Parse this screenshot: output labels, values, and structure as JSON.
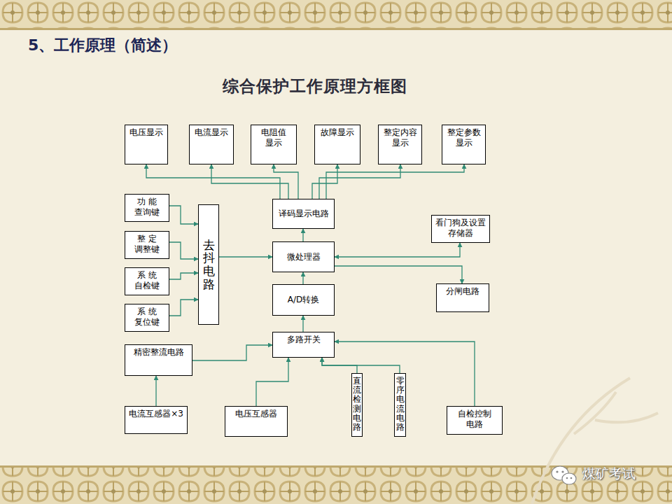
{
  "diagram": {
    "title": "综合保护工作原理方框图",
    "nodes": [
      {
        "text": [
          "电压显示"
        ]
      },
      {
        "text": [
          "电流显示"
        ]
      },
      {
        "text": [
          "电阻值显示"
        ]
      },
      {
        "text": [
          "故障显示"
        ]
      },
      {
        "text": [
          "整定内容显示"
        ]
      },
      {
        "text": [
          "整定参数显示"
        ]
      },
      {
        "text": [
          "功 能 查询键"
        ]
      },
      {
        "text": [
          "去抖电路"
        ]
      },
      {
        "text": [
          "译码显示电路"
        ]
      },
      {
        "text": [
          "看门狗及设置存储器"
        ]
      },
      {
        "text": [
          "整 定 调整键"
        ]
      },
      {
        "text": [
          "微处理器"
        ]
      },
      {
        "text": [
          "系 统 自检键"
        ]
      },
      {
        "text": [
          "分闸电路"
        ]
      },
      {
        "text": [
          "A/D转换"
        ]
      },
      {
        "text": [
          "系 统 复位键"
        ]
      },
      {
        "text": [
          "多路开关"
        ]
      },
      {
        "text": [
          "精密整流电路"
        ]
      },
      {
        "text": [
          "直流检测电路"
        ]
      },
      {
        "text": [
          "零序电流电路"
        ]
      },
      {
        "text": [
          "电流互感器×3"
        ]
      },
      {
        "text": [
          "电压互感器"
        ]
      },
      {
        "text": [
          "自检控制电路"
        ]
      }
    ],
    "edges": [
      {
        "from": 8,
        "to": 0,
        "arrow": "to"
      },
      {
        "from": 8,
        "to": 1,
        "arrow": "to"
      },
      {
        "from": 8,
        "to": 2,
        "arrow": "to"
      },
      {
        "from": 8,
        "to": 3,
        "arrow": "to"
      },
      {
        "from": 8,
        "to": 4,
        "arrow": "to"
      },
      {
        "from": 8,
        "to": 5,
        "arrow": "to"
      },
      {
        "from": 6,
        "to": 7,
        "arrow": "to"
      },
      {
        "from": 10,
        "to": 7,
        "arrow": "to"
      },
      {
        "from": 12,
        "to": 7,
        "arrow": "to"
      },
      {
        "from": 15,
        "to": 7,
        "arrow": "to"
      },
      {
        "from": 7,
        "to": 11,
        "arrow": "to"
      },
      {
        "from": 11,
        "to": 8,
        "arrow": "to"
      },
      {
        "from": 11,
        "to": 9,
        "arrow": "both"
      },
      {
        "from": 11,
        "to": 13,
        "arrow": "to"
      },
      {
        "from": 14,
        "to": 11,
        "arrow": "to"
      },
      {
        "from": 16,
        "to": 14,
        "arrow": "to"
      },
      {
        "from": 17,
        "to": 16,
        "arrow": "to"
      },
      {
        "from": 20,
        "to": 17,
        "arrow": "to"
      },
      {
        "from": 21,
        "to": 16,
        "arrow": "to"
      },
      {
        "from": 18,
        "to": 16,
        "arrow": "to"
      },
      {
        "from": 19,
        "to": 16,
        "arrow": "to"
      },
      {
        "from": 22,
        "to": 16,
        "arrow": "to"
      }
    ],
    "labels": [
      "5、工作原理（简述）",
      "煤矿考试"
    ]
  }
}
